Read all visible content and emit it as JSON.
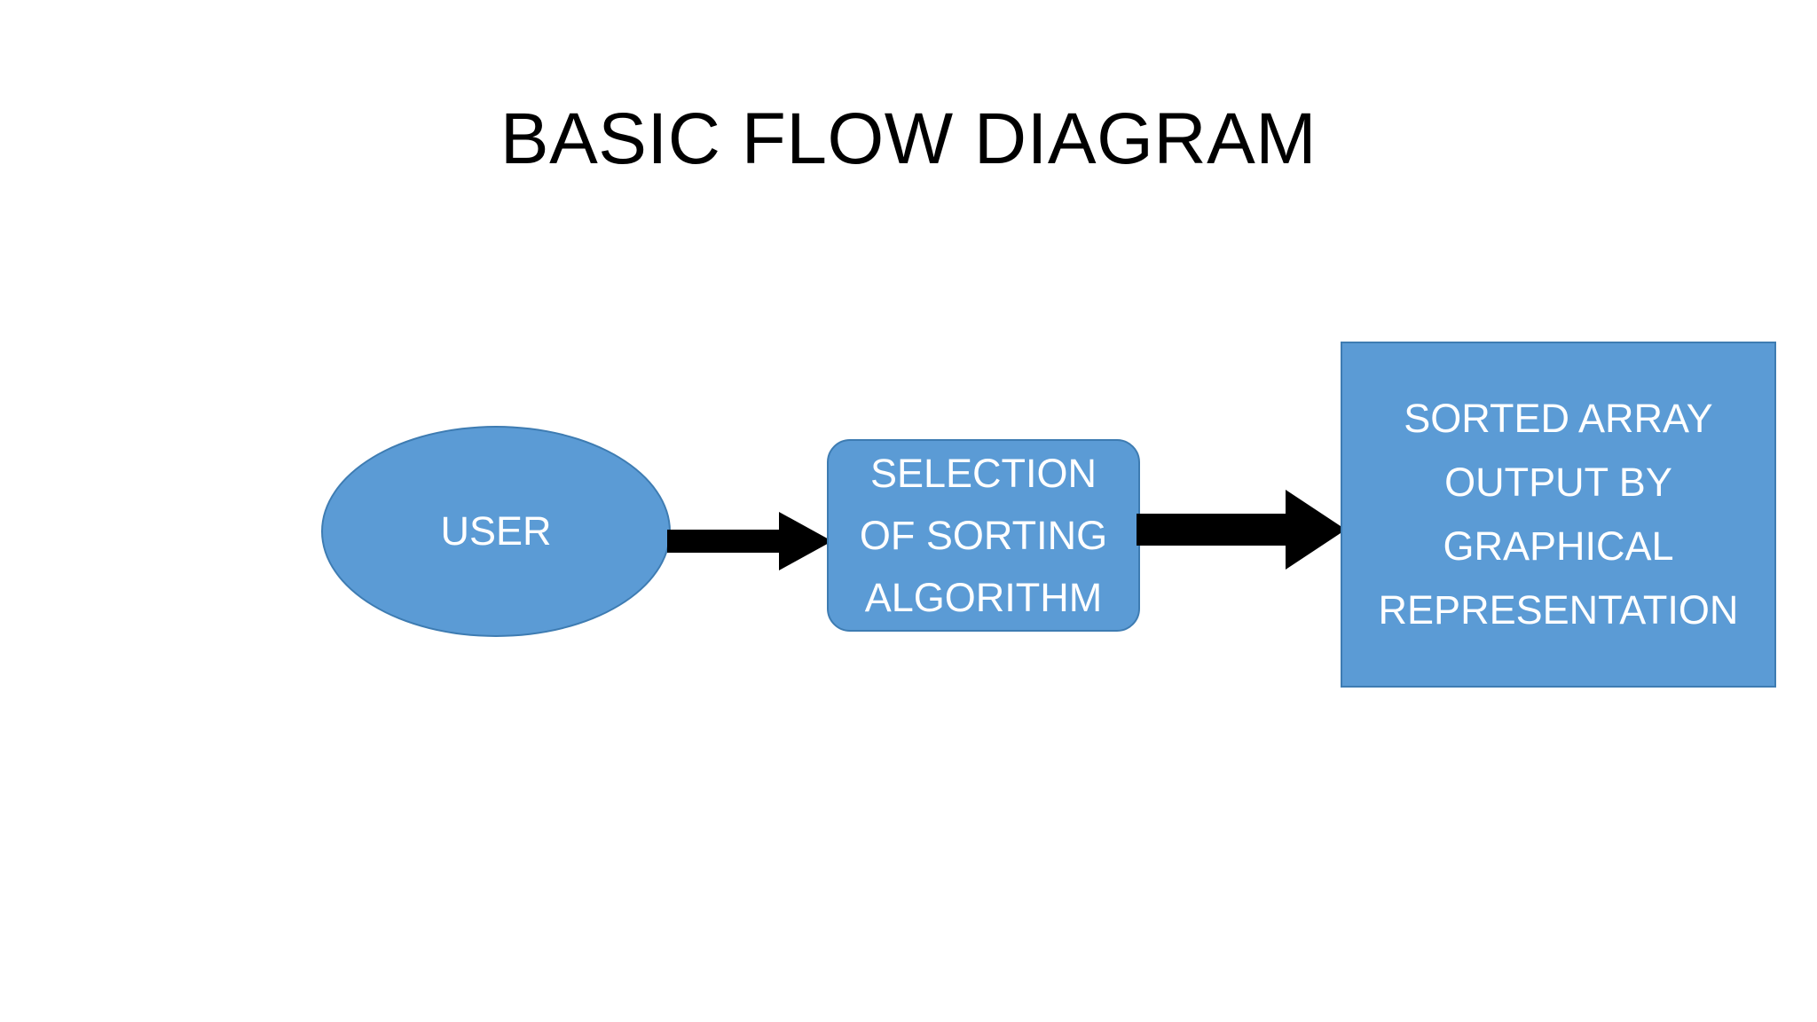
{
  "slide": {
    "title": "BASIC FLOW DIAGRAM",
    "background_color": "#FFFFFF"
  },
  "theme": {
    "node_fill": "#5B9BD5",
    "node_border": "#3E7CB2",
    "node_text_color": "#FFFFFF",
    "arrow_color": "#000000",
    "title_text_color": "#000000"
  },
  "diagram": {
    "type": "flow-diagram",
    "nodes": [
      {
        "id": "user",
        "shape": "ellipse",
        "label": "USER",
        "label_lines": [
          "USER"
        ]
      },
      {
        "id": "selection",
        "shape": "rounded-rectangle",
        "label": "SELECTION OF SORTING ALGORITHM",
        "label_lines": [
          "SELECTION",
          "OF SORTING",
          "ALGORITHM"
        ]
      },
      {
        "id": "output",
        "shape": "rectangle",
        "label": "SORTED ARRAY OUTPUT BY GRAPHICAL REPRESENTATION",
        "label_lines": [
          "SORTED ARRAY",
          "OUTPUT BY",
          "GRAPHICAL",
          "REPRESENTATION"
        ]
      }
    ],
    "edges": [
      {
        "id": "user-to-selection",
        "from": "user",
        "to": "selection",
        "style": "block-arrow",
        "direction": "right"
      },
      {
        "id": "selection-to-output",
        "from": "selection",
        "to": "output",
        "style": "block-arrow",
        "direction": "right"
      }
    ]
  },
  "labels": {
    "user": "USER",
    "selection": "SELECTION\nOF SORTING\nALGORITHM",
    "output": "SORTED ARRAY\nOUTPUT BY\nGRAPHICAL\nREPRESENTATION"
  }
}
